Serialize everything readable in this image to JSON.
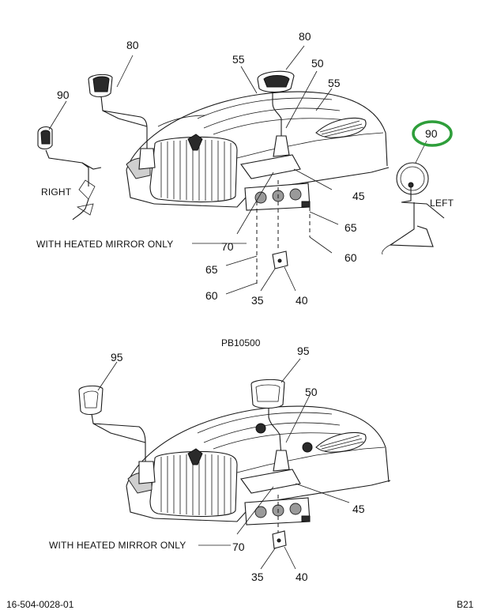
{
  "labels": {
    "top_80_a": "80",
    "top_90_a": "90",
    "top_80_b": "80",
    "top_55_a": "55",
    "top_50": "50",
    "top_55_b": "55",
    "top_90_b": "90",
    "right": "RIGHT",
    "left": "LEFT",
    "top_45": "45",
    "top_65_a": "65",
    "heated_top": "WITH HEATED MIRROR ONLY",
    "top_70": "70",
    "top_60_a": "60",
    "top_65_b": "65",
    "top_60_b": "60",
    "top_35": "35",
    "top_40": "40",
    "pb": "PB10500",
    "bot_95_a": "95",
    "bot_95_b": "95",
    "bot_50": "50",
    "bot_45": "45",
    "heated_bottom": "WITH HEATED MIRROR ONLY",
    "bot_70": "70",
    "bot_35": "35",
    "bot_40": "40",
    "doc_number": "16-504-0028-01",
    "page_code": "B21"
  },
  "colors": {
    "highlight_ring": "#2e9e3a",
    "ink": "#1a1a1a"
  }
}
